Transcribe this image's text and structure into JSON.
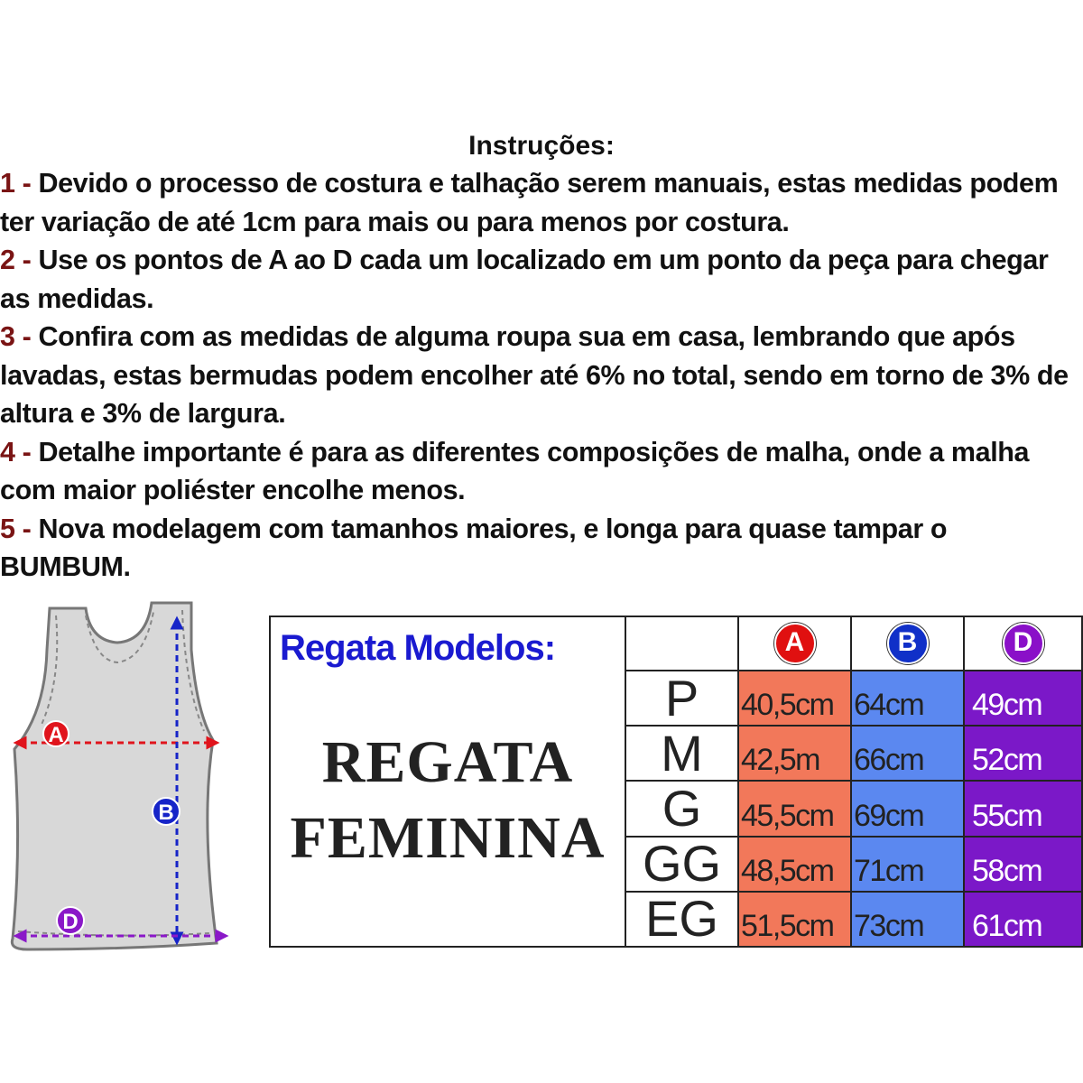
{
  "instructions": {
    "title": "Instruções:",
    "items": [
      {
        "num": "1 -",
        "text": " Devido o processo de costura e talhação serem manuais, estas medidas podem ter variação de até 1cm para mais ou para menos por costura."
      },
      {
        "num": "2 -",
        "text": " Use os pontos de A ao D cada um localizado em um ponto da peça para chegar as medidas."
      },
      {
        "num": "3 -",
        "text": " Confira com as medidas de alguma roupa sua em casa, lembrando que após lavadas, estas bermudas podem encolher até 6% no total, sendo em torno de 3% de altura e 3% de largura."
      },
      {
        "num": "4 -",
        "text": " Detalhe importante é para as diferentes composições de malha, onde a malha com maior poliéster encolhe menos."
      },
      {
        "num": "5 -",
        "text": " Nova modelagem com tamanhos maiores, e longa para quase tampar o BUMBUM."
      }
    ]
  },
  "diagram": {
    "point_a": "A",
    "point_b": "B",
    "point_d": "D",
    "colors": {
      "a": "#e0141c",
      "b": "#1624c8",
      "d": "#8a18c8",
      "garment": "#d8d8d8"
    }
  },
  "table": {
    "heading": "Regata Modelos:",
    "title_line1": "REGATA",
    "title_line2": "FEMININA",
    "columns": [
      {
        "label": "A",
        "color": "#e01010"
      },
      {
        "label": "B",
        "color": "#1030c8"
      },
      {
        "label": "D",
        "color": "#8a10c8"
      }
    ],
    "rows": [
      {
        "size": "P",
        "a": "40,5cm",
        "b": "64cm",
        "d": "49cm"
      },
      {
        "size": "M",
        "a": "42,5m",
        "b": "66cm",
        "d": "52cm"
      },
      {
        "size": "G",
        "a": "45,5cm",
        "b": "69cm",
        "d": "55cm"
      },
      {
        "size": "GG",
        "a": "48,5cm",
        "b": "71cm",
        "d": "58cm"
      },
      {
        "size": "EG",
        "a": "51,5cm",
        "b": "73cm",
        "d": "61cm"
      }
    ]
  }
}
